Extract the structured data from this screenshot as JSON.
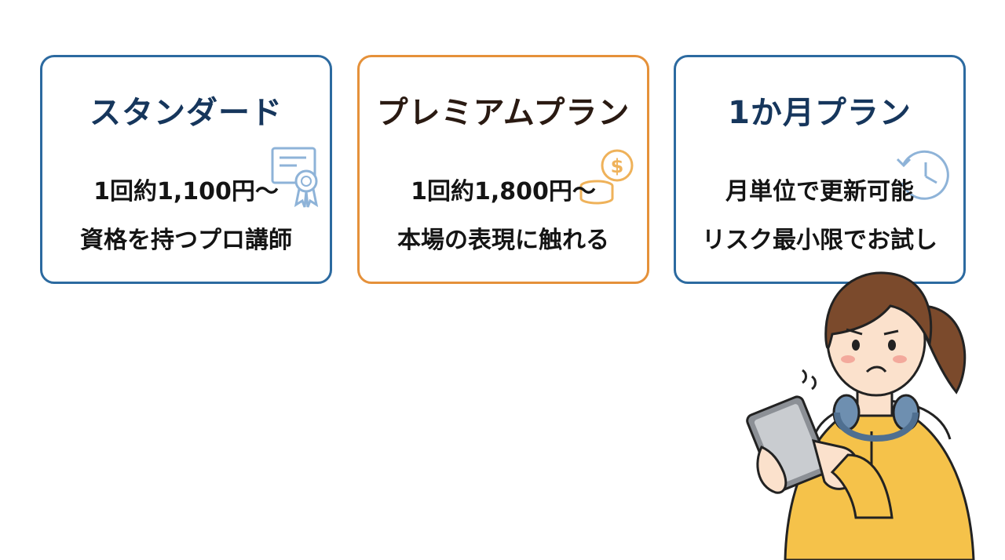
{
  "plans": [
    {
      "title": "スタンダード",
      "line1": "1回約1,100円〜",
      "line2": "資格を持つプロ講師",
      "icon": "certificate-icon",
      "border_color": "#2c6aa0"
    },
    {
      "title": "プレミアムプラン",
      "line1": "1回約1,800円〜",
      "line2": "本場の表現に触れる",
      "icon": "coins-icon",
      "border_color": "#e5913a"
    },
    {
      "title": "1か月プラン",
      "line1": "月単位で更新可能",
      "line2": "リスク最小限でお試し",
      "icon": "clock-refresh-icon",
      "border_color": "#2c6aa0"
    }
  ],
  "illustration": "woman-with-tablet-illustration"
}
